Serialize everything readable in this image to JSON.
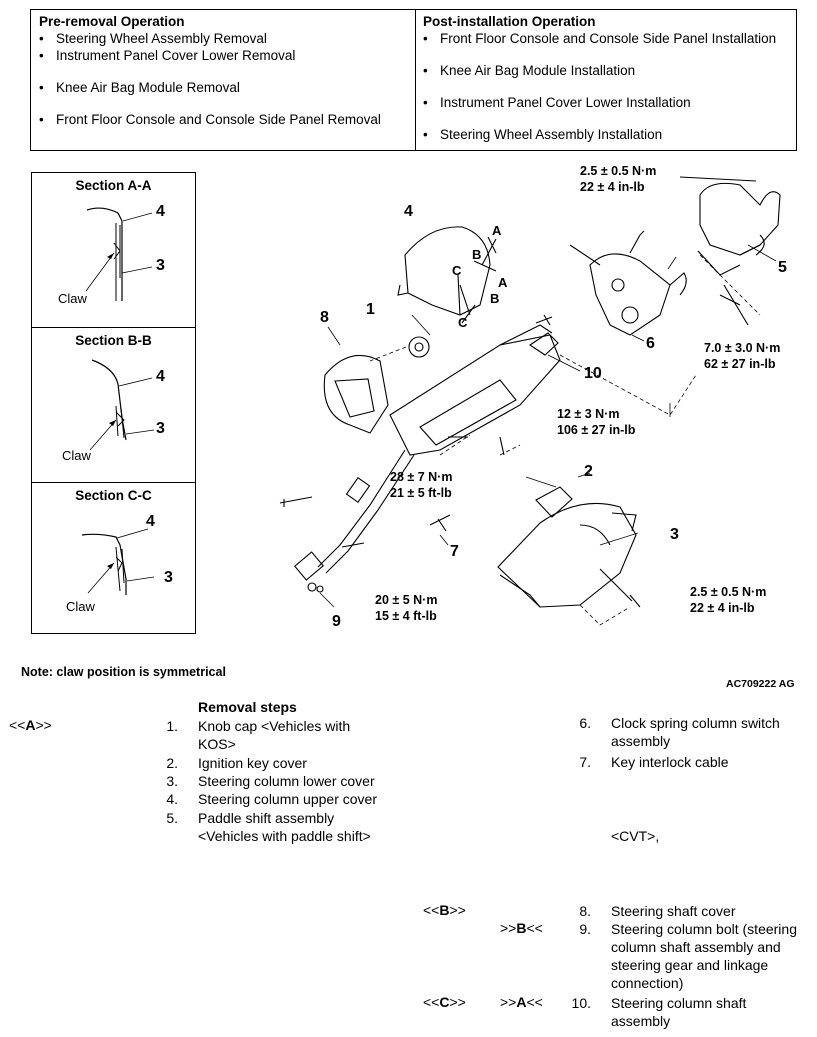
{
  "pre_removal": {
    "header": "Pre-removal Operation",
    "items": [
      "Steering Wheel Assembly Removal",
      "Instrument Panel Cover Lower Removal",
      "Knee Air Bag Module Removal",
      "Front Floor Console and Console Side Panel Removal"
    ]
  },
  "post_installation": {
    "header": "Post-installation Operation",
    "items": [
      "Front Floor Console and Console Side Panel Installation",
      "Knee Air Bag Module Installation",
      "Instrument Panel Cover Lower Installation",
      "Steering Wheel Assembly Installation"
    ]
  },
  "sections": [
    {
      "title": "Section A-A",
      "label_upper": "4",
      "label_lower": "3",
      "claw": "Claw"
    },
    {
      "title": "Section B-B",
      "label_upper": "4",
      "label_lower": "3",
      "claw": "Claw"
    },
    {
      "title": "Section C-C",
      "label_upper": "4",
      "label_lower": "3",
      "claw": "Claw"
    }
  ],
  "diagram": {
    "callouts": [
      "1",
      "2",
      "3",
      "4",
      "5",
      "6",
      "7",
      "8",
      "9",
      "10"
    ],
    "letters": {
      "a": "A",
      "b": "B",
      "c": "C"
    },
    "torques": {
      "t1": [
        "2.5 ± 0.5 N·m",
        "22 ± 4 in-lb"
      ],
      "t2": [
        "7.0 ± 3.0 N·m",
        "62 ± 27 in-lb"
      ],
      "t3": [
        "12 ± 3 N·m",
        "106 ± 27 in-lb"
      ],
      "t4": [
        "28 ± 7 N·m",
        "21 ± 5 ft-lb"
      ],
      "t5": [
        "20 ± 5 N·m",
        "15 ± 4 ft-lb"
      ],
      "t6": [
        "2.5 ± 0.5 N·m",
        "22 ± 4 in-lb"
      ]
    }
  },
  "note": "Note: claw position is symmetrical",
  "figure_id": "AC709222 AG",
  "removal": {
    "title": "Removal steps",
    "marks": {
      "a": {
        "pre": "<<",
        "letter": "A",
        "post": ">>"
      },
      "b": {
        "pre": "<<",
        "letter": "B",
        "post": ">>"
      },
      "c": {
        "pre": "<<",
        "letter": "C",
        "post": ">>"
      },
      "b_install": {
        "pre": ">>",
        "letter": "B",
        "post": "<<"
      },
      "a_install": {
        "pre": ">>",
        "letter": "A",
        "post": "<<"
      }
    },
    "steps": [
      {
        "num": "1.",
        "lines": [
          "Knob cap <Vehicles with",
          "KOS>"
        ]
      },
      {
        "num": "2.",
        "lines": [
          "Ignition key cover"
        ]
      },
      {
        "num": "3.",
        "lines": [
          "Steering column lower cover"
        ]
      },
      {
        "num": "4.",
        "lines": [
          "Steering column upper cover"
        ]
      },
      {
        "num": "5.",
        "lines": [
          "Paddle shift assembly",
          "<Vehicles with paddle shift>"
        ]
      },
      {
        "num": "6.",
        "lines": [
          "Clock spring column switch",
          "assembly"
        ]
      },
      {
        "num": "7.",
        "lines": [
          "Key interlock cable"
        ]
      },
      {
        "num": "8.",
        "lines": [
          "Steering shaft cover"
        ]
      },
      {
        "num": "9.",
        "lines": [
          "Steering column bolt (steering",
          "column shaft assembly and",
          "steering gear and linkage",
          "connection)"
        ]
      },
      {
        "num": "10.",
        "lines": [
          "Steering column shaft",
          "assembly"
        ]
      }
    ],
    "cvt_note": "<CVT>,"
  }
}
